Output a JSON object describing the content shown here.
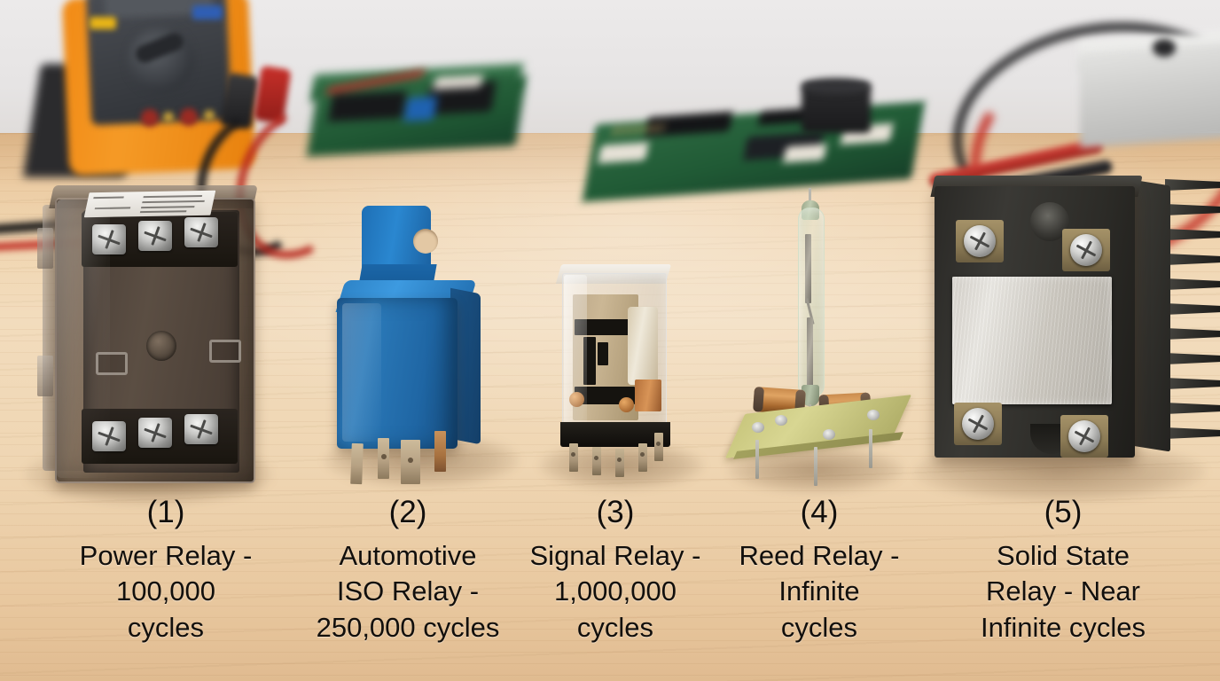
{
  "scene": {
    "surface": "light maple wood workbench",
    "backdrop": "light gray wall",
    "desk_color": "#f0d4ae",
    "wall_color": "#eceaea"
  },
  "background_props": [
    {
      "name": "digital-multimeter",
      "color": "#f18a15",
      "detail": "orange handheld multimeter on stand with red and black test leads"
    },
    {
      "name": "circuit-board-left",
      "color": "#205a35",
      "detail": "green PCB with blue capacitor and black connectors"
    },
    {
      "name": "circuit-board-right",
      "color": "#205a35",
      "detail": "green PCB with black capacitor and white connectors"
    },
    {
      "name": "test-probes",
      "color": "#c43127",
      "detail": "red and black multimeter probes"
    },
    {
      "name": "power-supply",
      "color": "#cfcfcd",
      "detail": "silver metal enclosure"
    }
  ],
  "items": [
    {
      "number": "(1)",
      "name": "Power Relay -\n100,000\ncycles",
      "type": "Power Relay",
      "cycles": "100,000 cycles",
      "body_color": "#5b4e43",
      "description": "smoked translucent plastic cube-shaped relay with white top label and six silver screw terminals"
    },
    {
      "number": "(2)",
      "name": "Automotive\nISO Relay -\n250,000 cycles",
      "type": "Automotive ISO Relay",
      "cycles": "250,000 cycles",
      "body_color": "#2b7ab9",
      "description": "blue plastic cube relay with bent mounting tab and four spade blade terminals"
    },
    {
      "number": "(3)",
      "name": "Signal Relay -\n1,000,000\ncycles",
      "type": "Signal Relay",
      "cycles": "1,000,000 cycles",
      "body_color": "#cbb795",
      "description": "clear-cased miniature relay with visible coil and contacts, black base, eight pins"
    },
    {
      "number": "(4)",
      "name": "Reed Relay -\nInfinite\ncycles",
      "type": "Reed Relay",
      "cycles": "Infinite cycles",
      "body_color": "#c9c77e",
      "description": "vertical glass reed switch tube mounted on a small tan PCB with two copper coils"
    },
    {
      "number": "(5)",
      "name": "Solid State\nRelay - Near\nInfinite cycles",
      "type": "Solid State Relay",
      "cycles": "Near Infinite cycles",
      "body_color": "#2c2b27",
      "description": "black solid state relay with finned heatsink, brushed metal face plate and four screw terminals"
    }
  ]
}
